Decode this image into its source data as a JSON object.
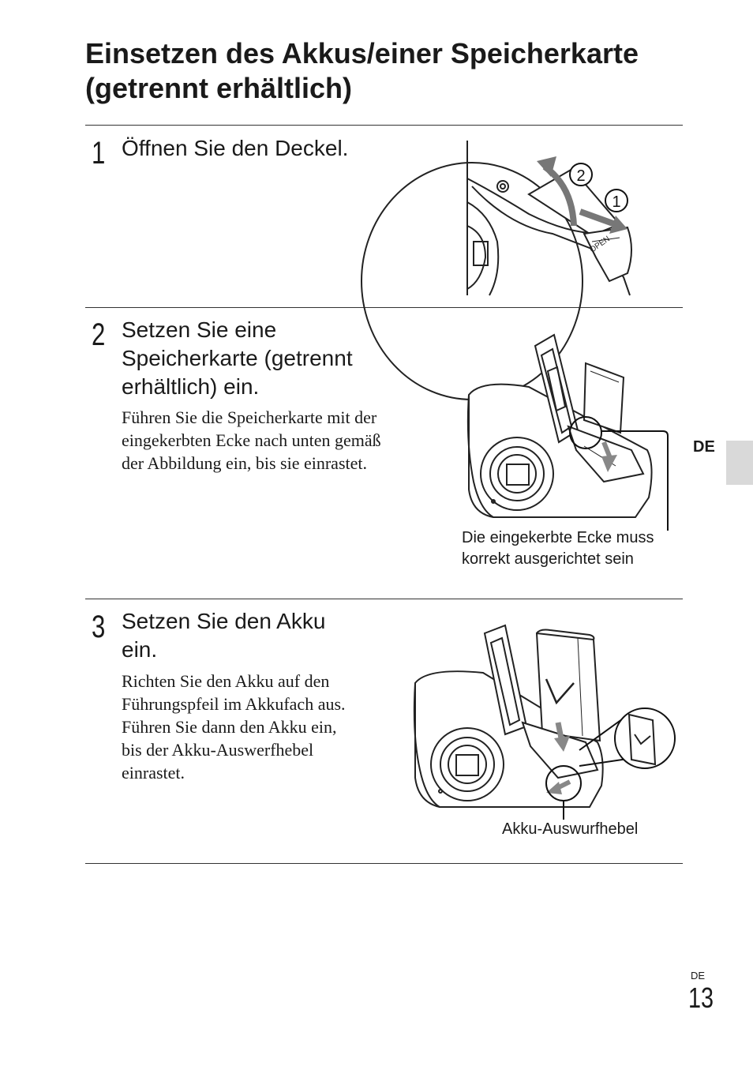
{
  "title": "Einsetzen des Akkus/einer Speicherkarte (getrennt erhältlich)",
  "side_tab": {
    "label": "DE"
  },
  "steps": [
    {
      "number": "1",
      "heading": "Öffnen Sie den Deckel.",
      "body": "",
      "illustration": {
        "markers": [
          "1",
          "2"
        ],
        "label": "OPEN"
      }
    },
    {
      "number": "2",
      "heading_lines": [
        "Setzen Sie eine",
        "Speicherkarte (getrennt",
        "erhältlich) ein."
      ],
      "body_lines": [
        "Führen Sie die Speicherkarte mit der",
        "eingekerbten Ecke nach unten gemäß",
        "der Abbildung ein, bis sie einrastet."
      ],
      "caption_lines": [
        "Die eingekerbte Ecke muss",
        "korrekt ausgerichtet sein"
      ]
    },
    {
      "number": "3",
      "heading_lines": [
        "Setzen Sie den Akku",
        "ein."
      ],
      "body_lines": [
        "Richten Sie den Akku auf den",
        "Führungspfeil im Akkufach aus.",
        "Führen Sie dann den Akku ein,",
        "bis der Akku-Auswerfhebel",
        "einrastet."
      ],
      "caption": "Akku-Auswurfhebel"
    }
  ],
  "footer": {
    "lang": "DE",
    "page": "13"
  }
}
